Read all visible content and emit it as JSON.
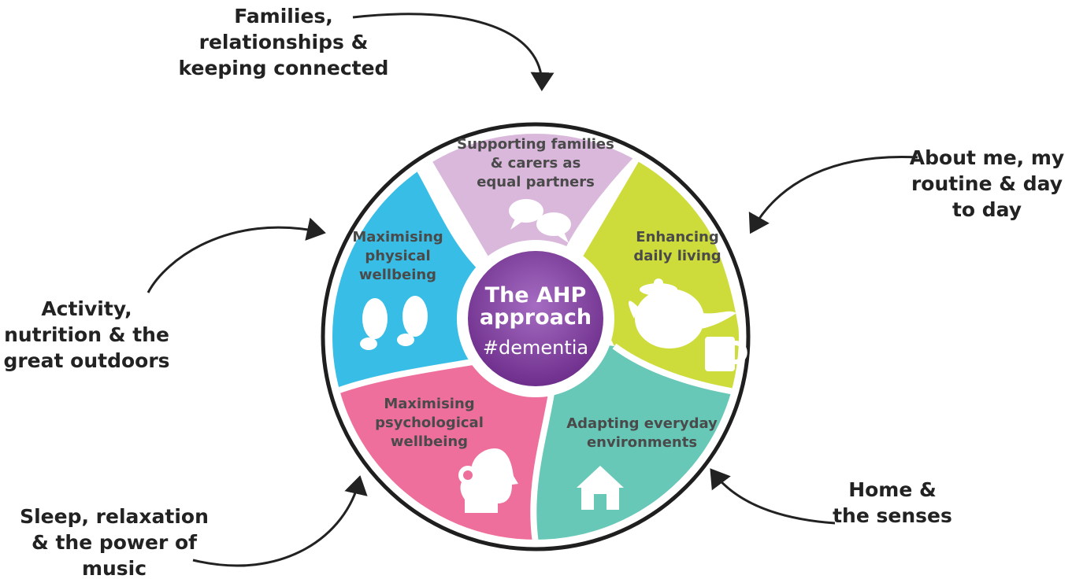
{
  "center": {
    "title_line1": "The AHP",
    "title_line2": "approach",
    "tag": "#dementia"
  },
  "segments": [
    {
      "label": [
        "Supporting families",
        "& carers as",
        "equal partners"
      ],
      "color": "#d9b8dc",
      "icon": "speech-bubbles-icon"
    },
    {
      "label": [
        "Enhancing",
        "daily living"
      ],
      "color": "#cddc3a",
      "icon": "teapot-and-mug-icon"
    },
    {
      "label": [
        "Adapting everyday",
        "environments"
      ],
      "color": "#67c8b7",
      "icon": "house-icon"
    },
    {
      "label": [
        "Maximising",
        "psychological",
        "wellbeing"
      ],
      "color": "#ee6f9b",
      "icon": "head-gear-icon"
    },
    {
      "label": [
        "Maximising",
        "physical",
        "wellbeing"
      ],
      "color": "#38bee6",
      "icon": "footprints-icon"
    }
  ],
  "outer_labels": [
    {
      "lines": [
        "Families,",
        "relationships &",
        "keeping connected"
      ]
    },
    {
      "lines": [
        "About me, my",
        "routine & day",
        "to day"
      ]
    },
    {
      "lines": [
        "Home &",
        "the senses"
      ]
    },
    {
      "lines": [
        "Sleep, relaxation",
        "& the power of",
        "music"
      ]
    },
    {
      "lines": [
        "Activity,",
        "nutrition & the",
        "great outdoors"
      ]
    }
  ],
  "colors": {
    "ring": "#1f1f1f",
    "hub": "#7b3f98",
    "hub_light": "#9b5fb8",
    "text": "#222222",
    "segment_text": "#4a4a4a"
  }
}
